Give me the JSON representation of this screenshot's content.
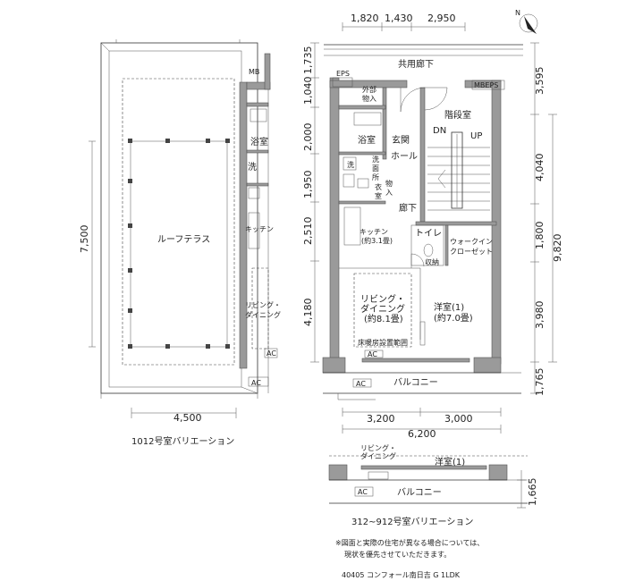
{
  "compass": {
    "label": "N"
  },
  "unit_1012": {
    "caption": "1012号室バリエーション",
    "rooms": {
      "mb": "MB",
      "bath": "浴室",
      "laundry": "洗",
      "kitchen": "キッチン",
      "roof_terrace": "ルーフテラス",
      "living_1": "リビング・",
      "living_2": "ダイニング",
      "ac_1": "AC",
      "ac_2": "AC"
    },
    "dims": {
      "height": "7,500",
      "width": "4,500"
    }
  },
  "main_plan": {
    "corridor": "共用廊下",
    "eps": "EPS",
    "mbeps": "MBEPS",
    "outdoor_storage_1": "外部",
    "outdoor_storage_2": "物入",
    "stairwell": "階段室",
    "dn": "DN",
    "up": "UP",
    "bath": "浴室",
    "entrance": "玄関",
    "hall": "ホール",
    "laundry": "洗",
    "washroom_1": "洗",
    "washroom_2": "面",
    "washroom_3": "所",
    "closet_1": "物",
    "closet_2": "入",
    "wardrobe_1": "衣",
    "wardrobe_2": "室",
    "hallway": "廊下",
    "kitchen_1": "キッチン",
    "kitchen_2": "(約3.1畳)",
    "toilet": "トイレ",
    "storage_small": "収納",
    "walkin_1": "ウォークイン",
    "walkin_2": "クローゼット",
    "living_1": "リビング・",
    "living_2": "ダイニング",
    "living_3": "(約8.1畳)",
    "western_1": "洋室(1)",
    "western_2": "(約7.0畳)",
    "floor_heating": "床暖房設置範囲",
    "ac_1": "AC",
    "ac_2": "AC",
    "balcony": "バルコニー"
  },
  "dims_top": [
    "1,820",
    "1,430",
    "2,950"
  ],
  "dims_left": [
    "1,735",
    "1,040",
    "2,000",
    "1,950",
    "2,510",
    "4,180"
  ],
  "dims_right": [
    "3,595",
    "4,040",
    "1,800",
    "9,820",
    "3,980",
    "1,765"
  ],
  "dims_bottom": [
    "3,200",
    "3,000",
    "6,200"
  ],
  "variation_312": {
    "living_1": "リビング・",
    "living_2": "ダイニング",
    "western": "洋室(1)",
    "ac": "AC",
    "balcony": "バルコニー",
    "dim": "1,665",
    "caption": "312~912号室バリエーション"
  },
  "notes": {
    "line1": "※図面と実際の住宅が異なる場合については、",
    "line2": "現状を優先させていただきます。"
  },
  "footer": "40405 コンフォール南日吉 G 1LDK"
}
